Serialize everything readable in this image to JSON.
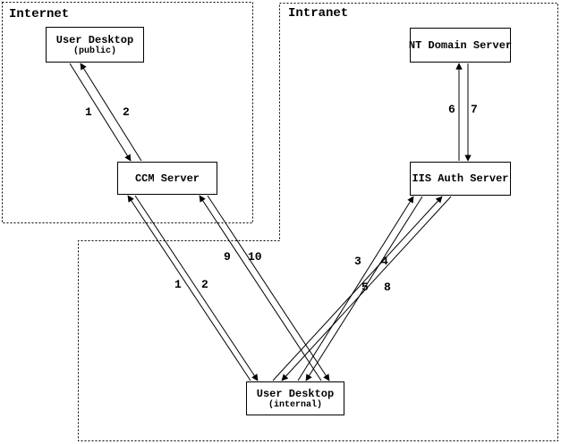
{
  "colors": {
    "background": "#ffffff",
    "line": "#000000",
    "text": "#000000"
  },
  "zones": [
    {
      "label": "Internet"
    },
    {
      "label": "Intranet"
    }
  ],
  "nodes": [
    {
      "title": "User Desktop",
      "subtitle": "(public)"
    },
    {
      "title": "CCM Server"
    },
    {
      "title": "NT Domain Server"
    },
    {
      "title": "IIS Auth Server"
    },
    {
      "title": "User Desktop",
      "subtitle": "(internal)"
    }
  ],
  "edge_labels": [
    {
      "text": "1"
    },
    {
      "text": "2"
    },
    {
      "text": "6"
    },
    {
      "text": "7"
    },
    {
      "text": "9"
    },
    {
      "text": "10"
    },
    {
      "text": "1"
    },
    {
      "text": "2"
    },
    {
      "text": "3"
    },
    {
      "text": "4"
    },
    {
      "text": "5"
    },
    {
      "text": "8"
    }
  ],
  "edges": [
    {
      "label": "1",
      "from": "User Desktop (public)",
      "to": "CCM Server"
    },
    {
      "label": "2",
      "from": "CCM Server",
      "to": "User Desktop (public)"
    },
    {
      "label": "6",
      "from": "IIS Auth Server",
      "to": "NT Domain Server"
    },
    {
      "label": "7",
      "from": "NT Domain Server",
      "to": "IIS Auth Server"
    },
    {
      "label": "1",
      "from": "User Desktop (internal)",
      "to": "CCM Server"
    },
    {
      "label": "2",
      "from": "CCM Server",
      "to": "User Desktop (internal)"
    },
    {
      "label": "9",
      "from": "User Desktop (internal)",
      "to": "CCM Server"
    },
    {
      "label": "10",
      "from": "CCM Server",
      "to": "User Desktop (internal)"
    },
    {
      "label": "3",
      "from": "User Desktop (internal)",
      "to": "IIS Auth Server"
    },
    {
      "label": "4",
      "from": "IIS Auth Server",
      "to": "User Desktop (internal)"
    },
    {
      "label": "5",
      "from": "User Desktop (internal)",
      "to": "IIS Auth Server"
    },
    {
      "label": "8",
      "from": "IIS Auth Server",
      "to": "User Desktop (internal)"
    }
  ]
}
